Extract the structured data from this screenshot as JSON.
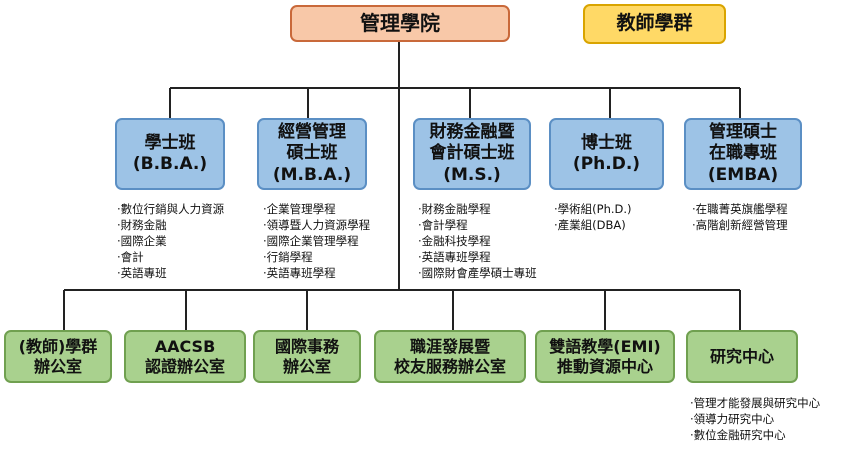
{
  "top": {
    "title": "管理學院",
    "faculty": "教師學群"
  },
  "programs": [
    {
      "line1": "學士班",
      "line2": "(B.B.A.)",
      "items": [
        "‧數位行銷與人力資源",
        "‧財務金融",
        "‧國際企業",
        "‧會計",
        "‧英語專班"
      ]
    },
    {
      "line1": "經營管理",
      "line2": "碩士班",
      "line3": "(M.B.A.)",
      "items": [
        "‧企業管理學程",
        "‧領導暨人力資源學程",
        "‧國際企業管理學程",
        "‧行銷學程",
        "‧英語專班學程"
      ]
    },
    {
      "line1": "財務金融暨",
      "line2": "會計碩士班",
      "line3": "(M.S.)",
      "items": [
        "‧財務金融學程",
        "‧會計學程",
        "‧金融科技學程",
        "‧英語專班學程",
        "‧國際財會產學碩士專班"
      ]
    },
    {
      "line1": "博士班",
      "line2": "(Ph.D.)",
      "items": [
        "‧學術組(Ph.D.)",
        "‧產業組(DBA)"
      ]
    },
    {
      "line1": "管理碩士",
      "line2": "在職專班",
      "line3": "(EMBA)",
      "items": [
        "‧在職菁英旗艦學程",
        "‧高階創新經營管理"
      ]
    }
  ],
  "offices": [
    {
      "line1": "(教師)學群",
      "line2": "辦公室"
    },
    {
      "line1": "AACSB",
      "line2": "認證辦公室"
    },
    {
      "line1": "國際事務",
      "line2": "辦公室"
    },
    {
      "line1": "職涯發展暨",
      "line2": "校友服務辦公室"
    },
    {
      "line1": "雙語教學(EMI)",
      "line2": "推動資源中心"
    },
    {
      "line1": "研究中心",
      "items": [
        "‧管理才能發展與研究中心",
        "‧領導力研究中心",
        "‧數位金融研究中心"
      ]
    }
  ],
  "colors": {
    "top_fill": "#f8c8a8",
    "faculty_fill": "#ffd966",
    "program_fill": "#9dc3e6",
    "office_fill": "#a9d18e"
  }
}
